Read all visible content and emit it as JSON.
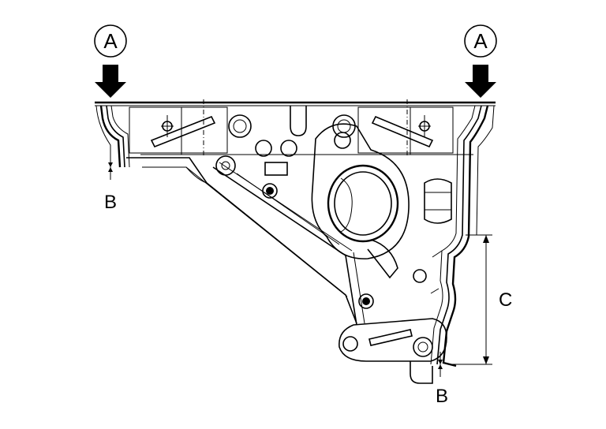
{
  "callouts": {
    "view_left": "A",
    "view_right": "A",
    "dim_b_left": "B",
    "dim_b_bottom": "B",
    "dim_c": "C"
  }
}
